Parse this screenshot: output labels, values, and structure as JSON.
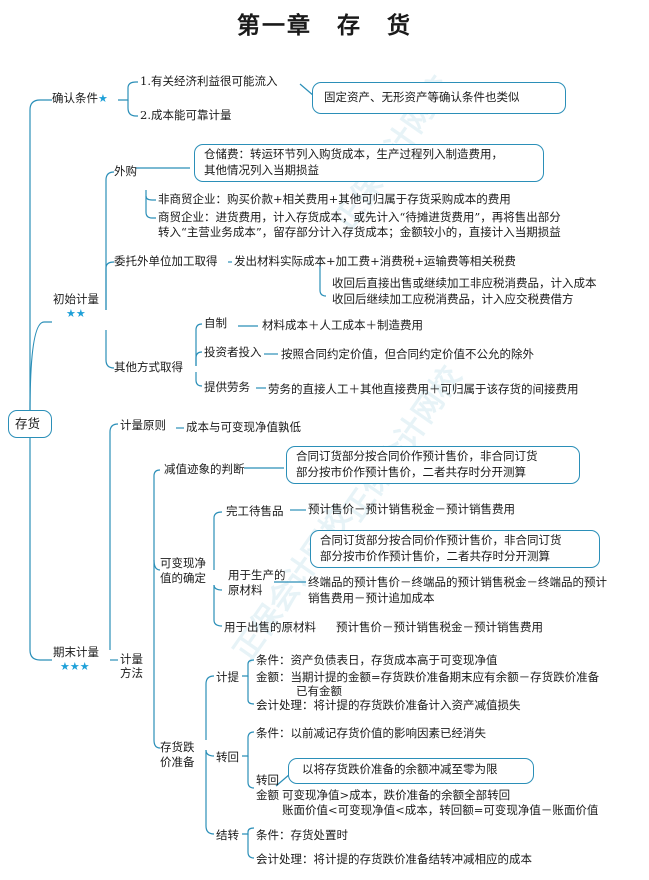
{
  "title": "第一章　存　货",
  "watermark": "正保会计网校",
  "watermark_url": "www.chinaacc.com",
  "root": "存货",
  "recognition": {
    "label": "确认条件",
    "stars": "★",
    "cond1": "1.有关经济利益很可能流入",
    "cond2": "2.成本能可靠计量",
    "note": "固定资产、无形资产等确认条件也类似"
  },
  "initial": {
    "label": "初始计量",
    "stars": "★★",
    "purchase": {
      "label": "外购",
      "note_l1": "仓储费：转运环节列入购货成本，生产过程列入制造费用，",
      "note_l2": "其他情况列入当期损益",
      "nontrade": "非商贸企业：购买价款+相关费用+其他可归属于存货采购成本的费用",
      "trade_l1": "商贸企业：进货费用，计入存货成本，或先计入“待摊进货费用”，再将售出部分",
      "trade_l2": "转入“主营业务成本”，留存部分计入存货成本；金额较小的，直接计入当期损益"
    },
    "outsource": {
      "label": "委托外单位加工取得",
      "cost": "发出材料实际成本+加工费+消费税+运输费等相关税费",
      "sub1": "收回后直接出售或继续加工非应税消费品，计入成本",
      "sub2": "收回后继续加工应税消费品，计入应交税费借方"
    },
    "other": {
      "label": "其他方式取得",
      "self_label": "自制",
      "self_cost": "材料成本＋人工成本＋制造费用",
      "invest_label": "投资者投入",
      "invest_cost": "按照合同约定价值，但合同约定价值不公允的除外",
      "labor_label": "提供劳务",
      "labor_cost": "劳务的直接人工＋其他直接费用＋可归属于该存货的间接费用"
    }
  },
  "ending": {
    "label": "期末计量",
    "stars": "★★★",
    "principle_label": "计量原则",
    "principle": "成本与可变现净值孰低",
    "method_label_1": "计量",
    "method_label_2": "方法",
    "impairment_label": "减值迹象的判断",
    "nrv_label_1": "可变现净",
    "nrv_label_2": "值的确定",
    "contract_note_l1": "合同订货部分按合同价作预计售价，非合同订货",
    "contract_note_l2": "部分按市价作预计售价，二者共存时分开测算",
    "finished_label": "完工待售品",
    "finished_formula": "预计售价－预计销售税金－预计销售费用",
    "contract_note2_l1": "合同订货部分按合同价作预计售价，非合同订货",
    "contract_note2_l2": "部分按市价作预计售价，二者共存时分开测算",
    "prod_label_1": "用于生产的",
    "prod_label_2": "原材料",
    "prod_formula_l1": "终端品的预计售价－终端品的预计销售税金－终端品的预计",
    "prod_formula_l2": "销售费用－预计追加成本",
    "sale_label": "用于出售的原材料",
    "sale_formula": "预计售价－预计销售税金－预计销售费用",
    "provision_label_1": "存货跌",
    "provision_label_2": "价准备",
    "accrue": {
      "label": "计提",
      "cond": "条件：资产负债表日，存货成本高于可变现净值",
      "amount_l1": "金额：当期计提的金额=存货跌价准备期末应有余额－存货跌价准备",
      "amount_l2": "已有金额",
      "entry": "会计处理：将计提的存货跌价准备计入资产减值损失"
    },
    "reverse": {
      "label": "转回",
      "cond": "条件：以前减记存货价值的影响因素已经消失",
      "amt_label_1": "转回",
      "amt_label_2": "金额",
      "note": "以将存货跌价准备的余额冲减至零为限",
      "line1": "可变现净值>成本，跌价准备的余额全部转回",
      "line2": "账面价值<可变现净值<成本，转回额=可变现净值－账面价值"
    },
    "transfer": {
      "label": "结转",
      "cond": "条件：存货处置时",
      "entry": "会计处理：将计提的存货跌价准备结转冲减相应的成本"
    }
  }
}
